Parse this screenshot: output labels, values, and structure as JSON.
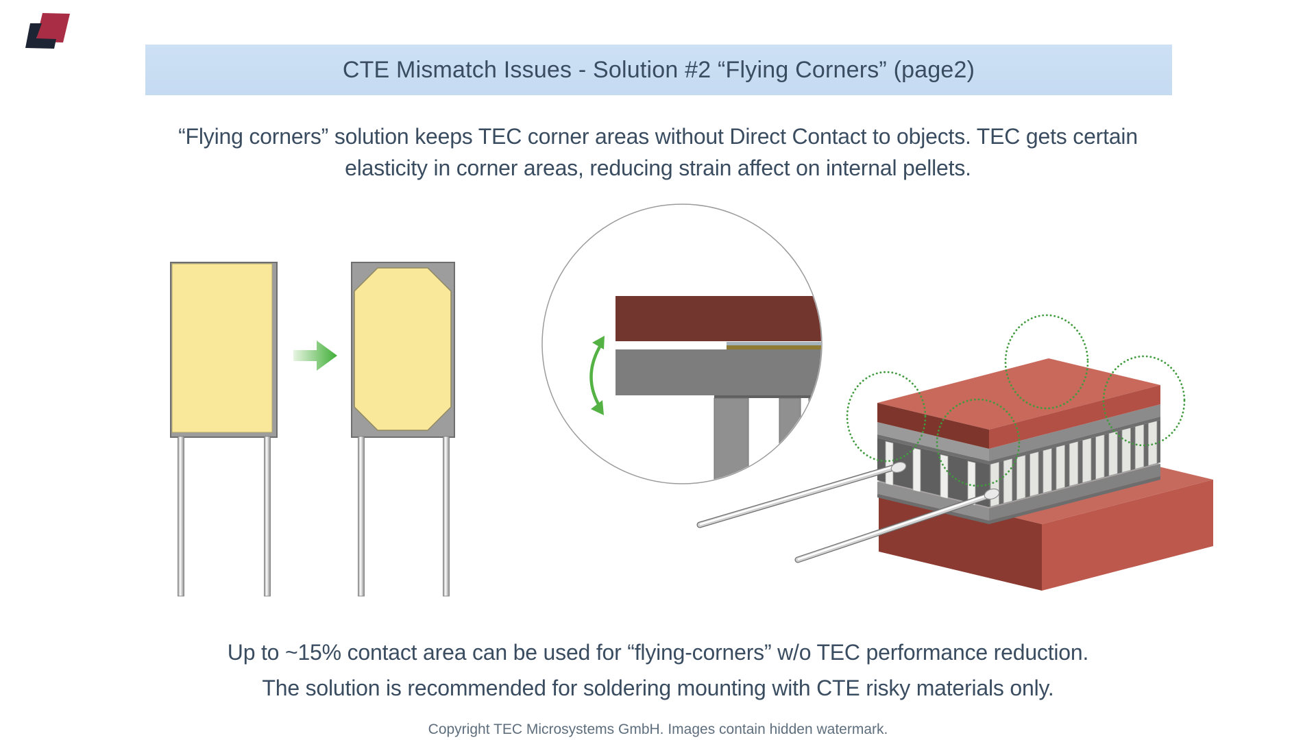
{
  "slide": {
    "title": "CTE Mismatch Issues - Solution #2 “Flying Corners” (page2)",
    "intro": [
      "“Flying corners” solution keeps TEC corner areas without Direct Contact to objects. TEC gets certain",
      "elasticity in corner areas, reducing strain affect on internal pellets."
    ],
    "conclusion": [
      "Up to ~15% contact area can be used for “flying-corners” w/o TEC performance reduction.",
      "The solution is recommended for soldering mounting with CTE risky materials only."
    ],
    "footer": "Copyright TEC Microsystems GmbH. Images contain hidden watermark."
  },
  "colors": {
    "title_bar_bg": "#c8ddf2",
    "text_dark": "#3a4c60",
    "footer_text": "#5e6e7d",
    "logo_navy": "#1d2433",
    "logo_red": "#a92e45",
    "tec_yellow": "#f9e79a",
    "ceramic_gray": "#9d9d9d",
    "arrow_green": "#3fae36",
    "highlight_green": "#3f9b3c",
    "inset_maroon": "#73362f",
    "plate_red_top": "#c8695c",
    "plate_red_dark": "#7e352c",
    "plate_red_side": "#b25046"
  }
}
